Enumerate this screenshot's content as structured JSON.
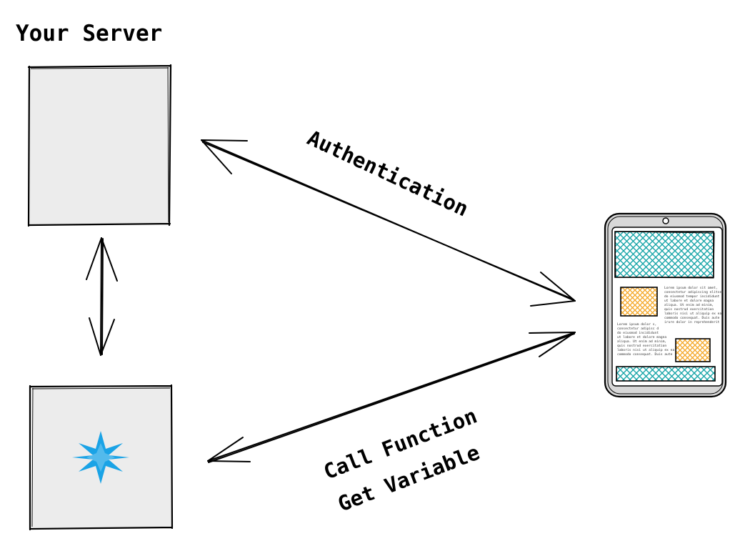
{
  "server": {
    "title": "Your Server"
  },
  "labels": {
    "auth": "Authentication",
    "call_function": "Call Function",
    "get_variable": "Get Variable"
  },
  "phone": {
    "text_block_1": [
      "Lorem ipsum dolor sit amet,",
      "consectetur adipiscing elitsed",
      "do eiusmod tempor incididunt",
      "ut labore et dolore magna",
      "aliqua. Ut enim ad minim,",
      "quis nostrud exercitation",
      "laboris nisi ut aliquip ex ea",
      "commodo consequat. Duis aute",
      "irure dolor in reprehenderit"
    ],
    "text_block_2": [
      "Lorem ipsum dolor s,",
      "consectetur adipisc d",
      "do eiusmod incididunt",
      "ut labore et dolore magna",
      "aliqua. Ut enim ad minim,",
      "quis nostrud exercitation",
      "laboris nisi ut aliquip ex ea",
      "commodo consequat. Duis aute"
    ]
  },
  "colors": {
    "box_fill": "#ececec",
    "star": "#1aa3e6",
    "teal_hatch": "#18a5a8",
    "orange_hatch": "#f5a623",
    "phone_body": "#d8d8d8",
    "ink": "#000000"
  },
  "icons": {
    "star": "sparkle-star-icon"
  }
}
